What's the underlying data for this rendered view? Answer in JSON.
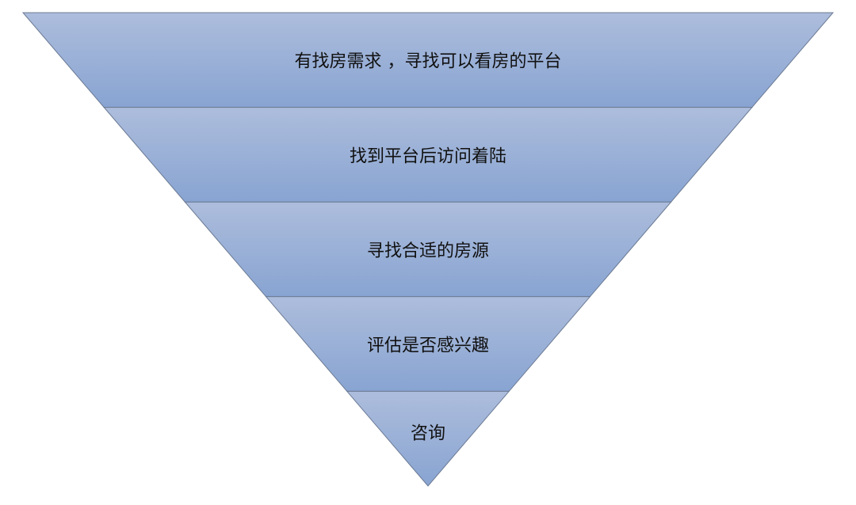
{
  "diagram": {
    "type": "inverted-funnel",
    "colors": {
      "fill_top": "#adbddc",
      "fill_bottom": "#88a4d2",
      "stroke": "#6b7a93",
      "text": "#111111"
    },
    "stages": [
      {
        "label": "有找房需求 ，寻找可以看房的平台"
      },
      {
        "label": "找到平台后访问着陆"
      },
      {
        "label": "寻找合适的房源"
      },
      {
        "label": "评估是否感兴趣"
      },
      {
        "label": "咨询"
      }
    ]
  }
}
